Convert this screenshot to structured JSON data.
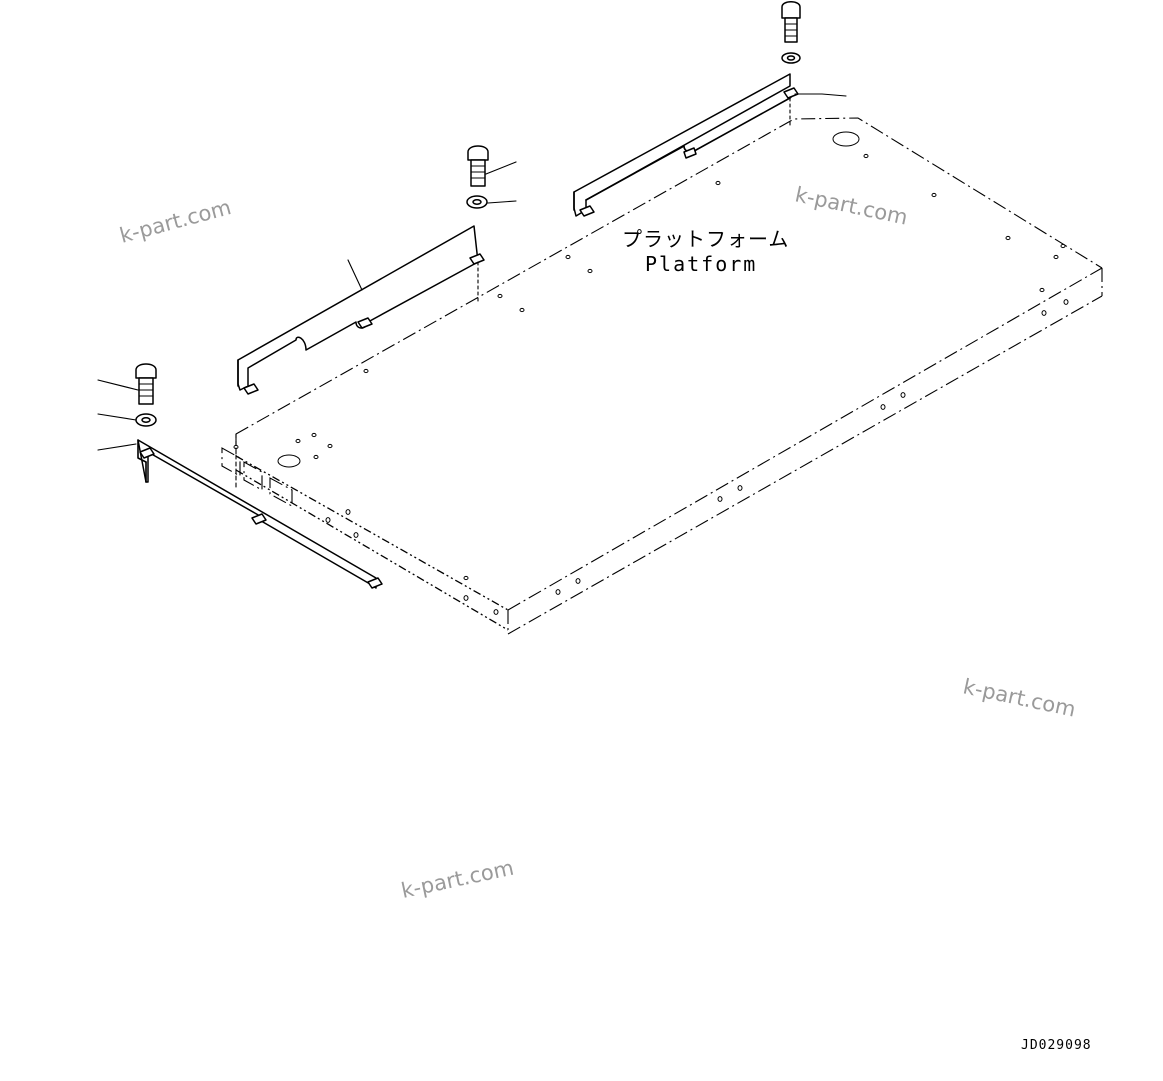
{
  "diagram": {
    "label_jp": "プラットフォーム",
    "label_en": "Platform",
    "drawing_code": "JD029098",
    "watermarks": [
      "k-part.com",
      "k-part.com",
      "k-part.com",
      "k-part.com"
    ]
  }
}
